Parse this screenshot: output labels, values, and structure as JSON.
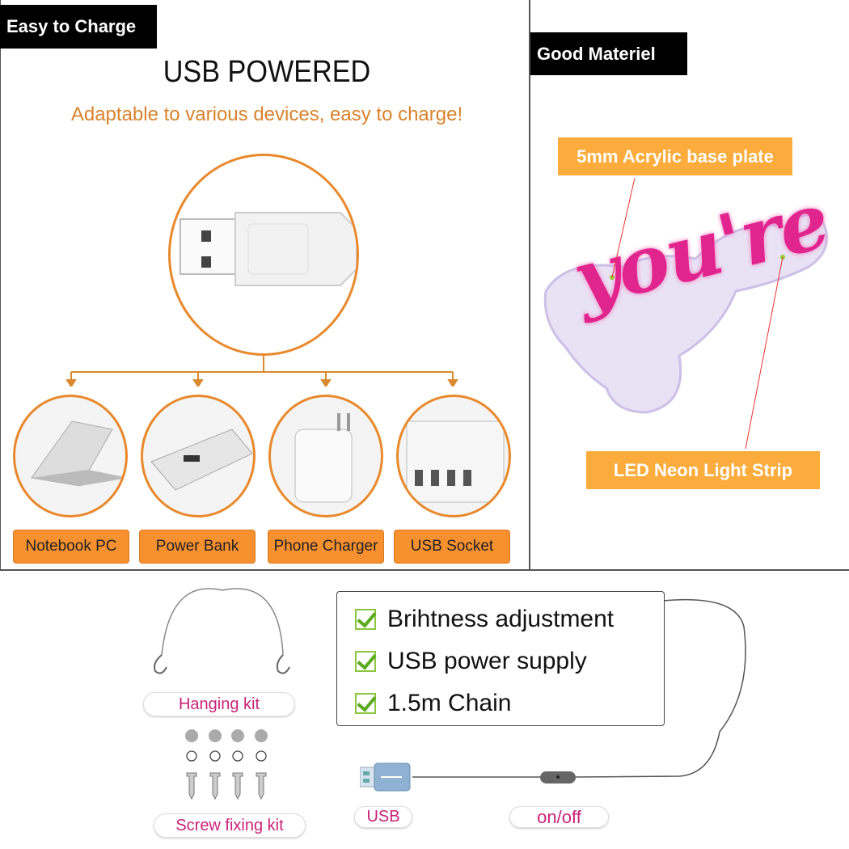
{
  "left_panel": {
    "tag": "Easy to Charge",
    "title": "USB POWERED",
    "subtitle": "Adaptable to various devices, easy to charge!",
    "devices": [
      {
        "label": "Notebook PC"
      },
      {
        "label": "Power Bank"
      },
      {
        "label": "Phone Charger"
      },
      {
        "label": "USB Socket"
      }
    ]
  },
  "right_panel": {
    "tag": "Good Materiel",
    "callout_top": "5mm Acrylic base plate",
    "callout_bottom": "LED Neon Light Strip",
    "sign_text": "you're"
  },
  "bottom": {
    "features": [
      "Brihtness adjustment",
      "USB power supply",
      "1.5m Chain"
    ],
    "hanging_kit": "Hanging kit",
    "screw_kit": "Screw fixing kit",
    "usb_label": "USB",
    "switch_label": "on/off"
  },
  "colors": {
    "orange": "#f7902f",
    "label_orange": "#fbac3c",
    "pink": "#c8237a",
    "neon": "#e0258f"
  }
}
